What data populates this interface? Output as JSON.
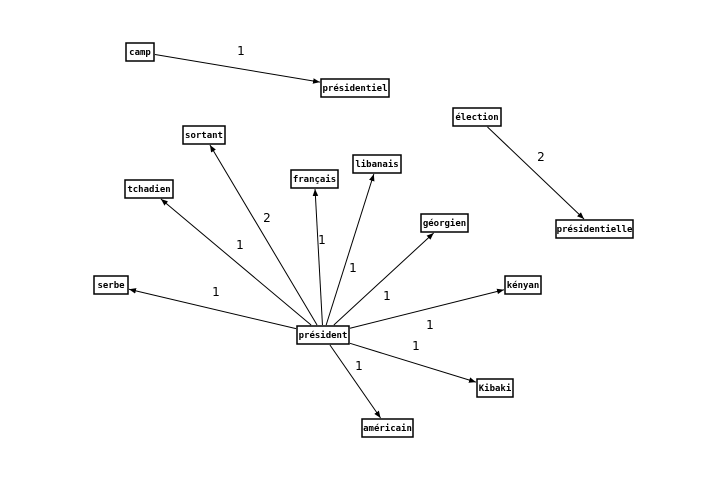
{
  "graph": {
    "nodes": [
      {
        "id": "camp",
        "label": "camp"
      },
      {
        "id": "presidentiel",
        "label": "présidentiel"
      },
      {
        "id": "election",
        "label": "élection"
      },
      {
        "id": "presidentielle",
        "label": "présidentielle"
      },
      {
        "id": "sortant",
        "label": "sortant"
      },
      {
        "id": "tchadien",
        "label": "tchadien"
      },
      {
        "id": "francais",
        "label": "français"
      },
      {
        "id": "libanais",
        "label": "libanais"
      },
      {
        "id": "georgien",
        "label": "géorgien"
      },
      {
        "id": "serbe",
        "label": "serbe"
      },
      {
        "id": "kenyan",
        "label": "kényan"
      },
      {
        "id": "president",
        "label": "président"
      },
      {
        "id": "kibaki",
        "label": "Kibaki"
      },
      {
        "id": "americain",
        "label": "américain"
      }
    ],
    "edges": [
      {
        "source": "camp",
        "target": "presidentiel",
        "weight": "1"
      },
      {
        "source": "election",
        "target": "presidentielle",
        "weight": "2"
      },
      {
        "source": "president",
        "target": "sortant",
        "weight": "2"
      },
      {
        "source": "president",
        "target": "tchadien",
        "weight": "1"
      },
      {
        "source": "president",
        "target": "francais",
        "weight": "1"
      },
      {
        "source": "president",
        "target": "libanais",
        "weight": "1"
      },
      {
        "source": "president",
        "target": "georgien",
        "weight": "1"
      },
      {
        "source": "president",
        "target": "serbe",
        "weight": "1"
      },
      {
        "source": "president",
        "target": "kenyan",
        "weight": "1"
      },
      {
        "source": "president",
        "target": "kibaki",
        "weight": "1"
      },
      {
        "source": "president",
        "target": "americain",
        "weight": "1"
      }
    ]
  }
}
